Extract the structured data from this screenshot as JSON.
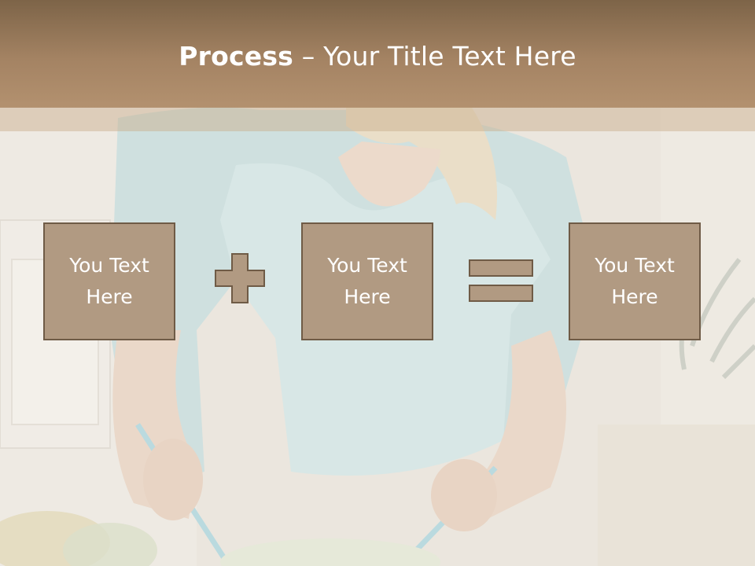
{
  "title": {
    "bold": "Process",
    "rest": " – Your Title Text Here"
  },
  "boxes": [
    {
      "text": "You Text\nHere"
    },
    {
      "text": "You Text\nHere"
    },
    {
      "text": "You Text\nHere"
    }
  ],
  "operators": [
    "plus-icon",
    "equals-icon"
  ],
  "colors": {
    "title_bar": "#a48363",
    "box_fill": "#b19a82",
    "box_border": "#6f5b46",
    "text": "#ffffff"
  }
}
